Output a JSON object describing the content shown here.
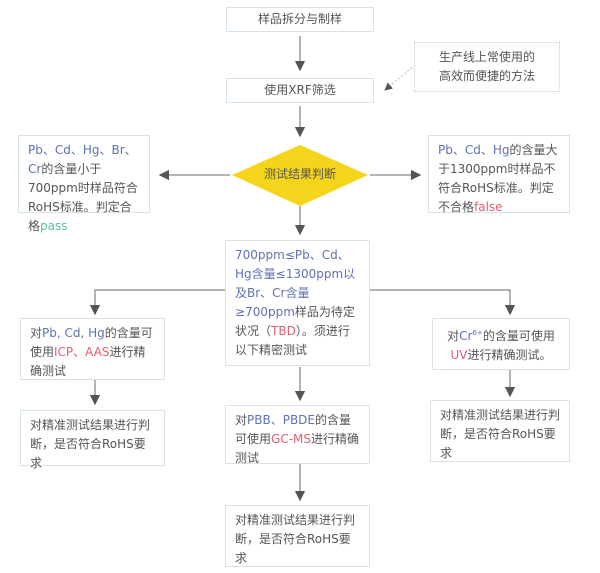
{
  "colors": {
    "element": "#5e72b4",
    "method": "#e0606e",
    "pass": "#5cc3a2",
    "diamond": "#f5d51c"
  },
  "step1": "样品拆分与制样",
  "step2": "使用XRF筛选",
  "note": [
    "生产线上常使用的",
    "高效而便捷的方法"
  ],
  "decision": "测试结果判断",
  "pass_box": {
    "elements": "Pb、Cd、Hg、Br、Cr",
    "text": "的含量小于700ppm时样品符合RoHS标准。判定合格",
    "result": "pass"
  },
  "fail_box": {
    "elements": "Pb、Cd、Hg",
    "text": "的含量大于1300ppm时样品不符合RoHS标准。判定不合格",
    "result": "false"
  },
  "tbd_box": {
    "p1": "700ppm≤Pb、Cd、Hg含量≤1300ppm以及Br、Cr含量≥700ppm",
    "p2": "样品为待定状况（",
    "p3": "TBD",
    "p4": "）。须进行以下精密测试"
  },
  "left_method": {
    "p1": "对",
    "p2": "Pb, Cd, Hg",
    "p3": "的含量可使用",
    "p4": "ICP、AAS",
    "p5": "进行精确测试"
  },
  "center_method": {
    "p1": "对",
    "p2": "PBB、PBDE",
    "p3": "的含量可使用",
    "p4": "GC-MS",
    "p5": "进行精确测试"
  },
  "right_method": {
    "p1": "对",
    "p2": "Cr",
    "p2sup": "6+",
    "p3": "的含量可使用",
    "p4": "UV",
    "p5": "进行精确测试。"
  },
  "judge": "对精准测试结果进行判断，是否符合RoHS要求"
}
